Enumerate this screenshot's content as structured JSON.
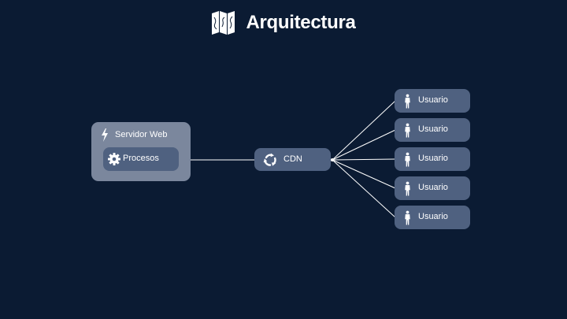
{
  "title": "Arquitectura",
  "colors": {
    "background": "#0b1b33",
    "group_fill": "#7b879d",
    "node_fill": "#4f6180",
    "edge": "#ffffff",
    "text": "#ffffff"
  },
  "group": {
    "label": "Servidor Web",
    "icon": "bolt-icon",
    "child": {
      "label": "Procesos",
      "icon": "gear-icon"
    }
  },
  "cdn": {
    "label": "CDN",
    "icon": "refresh-cycle-icon"
  },
  "users": [
    {
      "label": "Usuario",
      "icon": "person-icon"
    },
    {
      "label": "Usuario",
      "icon": "person-icon"
    },
    {
      "label": "Usuario",
      "icon": "person-icon"
    },
    {
      "label": "Usuario",
      "icon": "person-icon"
    },
    {
      "label": "Usuario",
      "icon": "person-icon"
    }
  ],
  "edges": [
    {
      "from": "cdn",
      "to": "procesos"
    },
    {
      "from": "cdn",
      "to": "usuario-1"
    },
    {
      "from": "cdn",
      "to": "usuario-2"
    },
    {
      "from": "cdn",
      "to": "usuario-3"
    },
    {
      "from": "cdn",
      "to": "usuario-4"
    },
    {
      "from": "cdn",
      "to": "usuario-5"
    }
  ]
}
